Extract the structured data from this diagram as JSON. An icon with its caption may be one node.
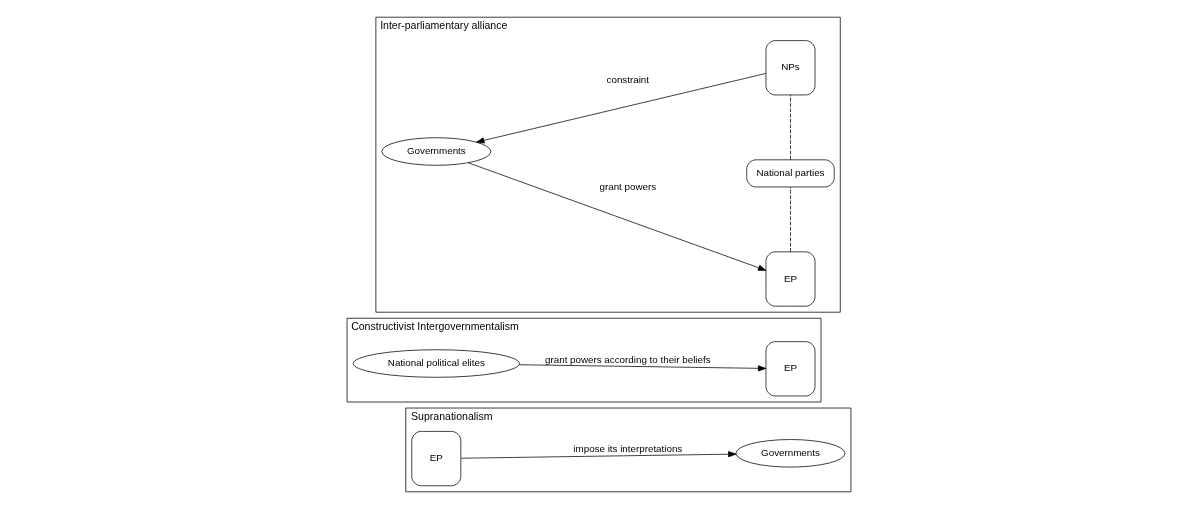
{
  "diagram": {
    "nodes": [
      {
        "text": [
          "Supranationalism"
        ]
      },
      {
        "text": [
          "Governments"
        ],
        "in": 0
      },
      {
        "text": [
          "EP"
        ],
        "in": 0
      },
      {
        "text": [
          "Constructivist Intergovernmentalism"
        ]
      },
      {
        "text": [
          "National political elites"
        ],
        "in": 3
      },
      {
        "text": [
          "EP"
        ],
        "in": 3
      },
      {
        "text": [
          "Inter-parliamentary alliance"
        ]
      },
      {
        "text": [
          "Governments"
        ],
        "in": 6
      },
      {
        "text": [
          "EP"
        ],
        "in": 6
      },
      {
        "text": [
          "National parties"
        ],
        "in": 6
      },
      {
        "text": [
          "NPs"
        ],
        "in": 6
      }
    ],
    "edges": [
      {
        "from": 2,
        "to": 1,
        "arrow": "to",
        "label": "impose its interpretations"
      },
      {
        "from": 4,
        "to": 5,
        "arrow": "to",
        "label": "grant powers according to their beliefs"
      },
      {
        "from": 7,
        "to": 8,
        "arrow": "to",
        "label": "grant powers"
      },
      {
        "from": 8,
        "to": 9,
        "arrow": "none",
        "style": "dashed"
      },
      {
        "from": 9,
        "to": 10,
        "arrow": "none",
        "style": "dashed"
      },
      {
        "from": 10,
        "to": 7,
        "arrow": "to",
        "label": "constraint"
      }
    ]
  }
}
